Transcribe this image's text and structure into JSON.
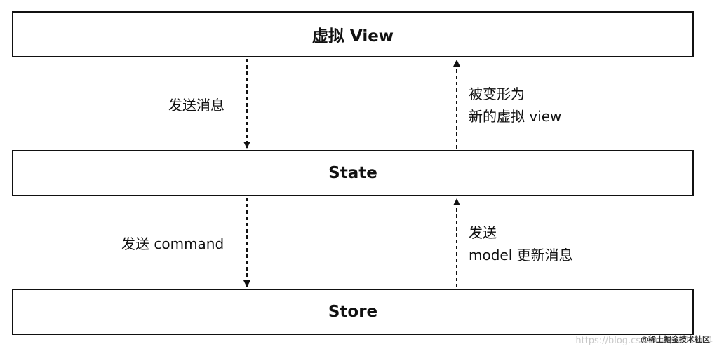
{
  "boxes": {
    "view": "虚拟 View",
    "state": "State",
    "store": "Store"
  },
  "arrows": {
    "view_to_state": "发送消息",
    "state_to_view_line1": "被变形为",
    "state_to_view_line2": "新的虚拟 view",
    "state_to_store": "发送 command",
    "store_to_state_line1": "发送",
    "store_to_state_line2": "model 更新消息"
  },
  "watermark": {
    "url": "https://blog.csdn.net/weixin_4",
    "brand": "@稀土掘金技术社区"
  },
  "colors": {
    "line": "#111111",
    "background": "#ffffff"
  }
}
